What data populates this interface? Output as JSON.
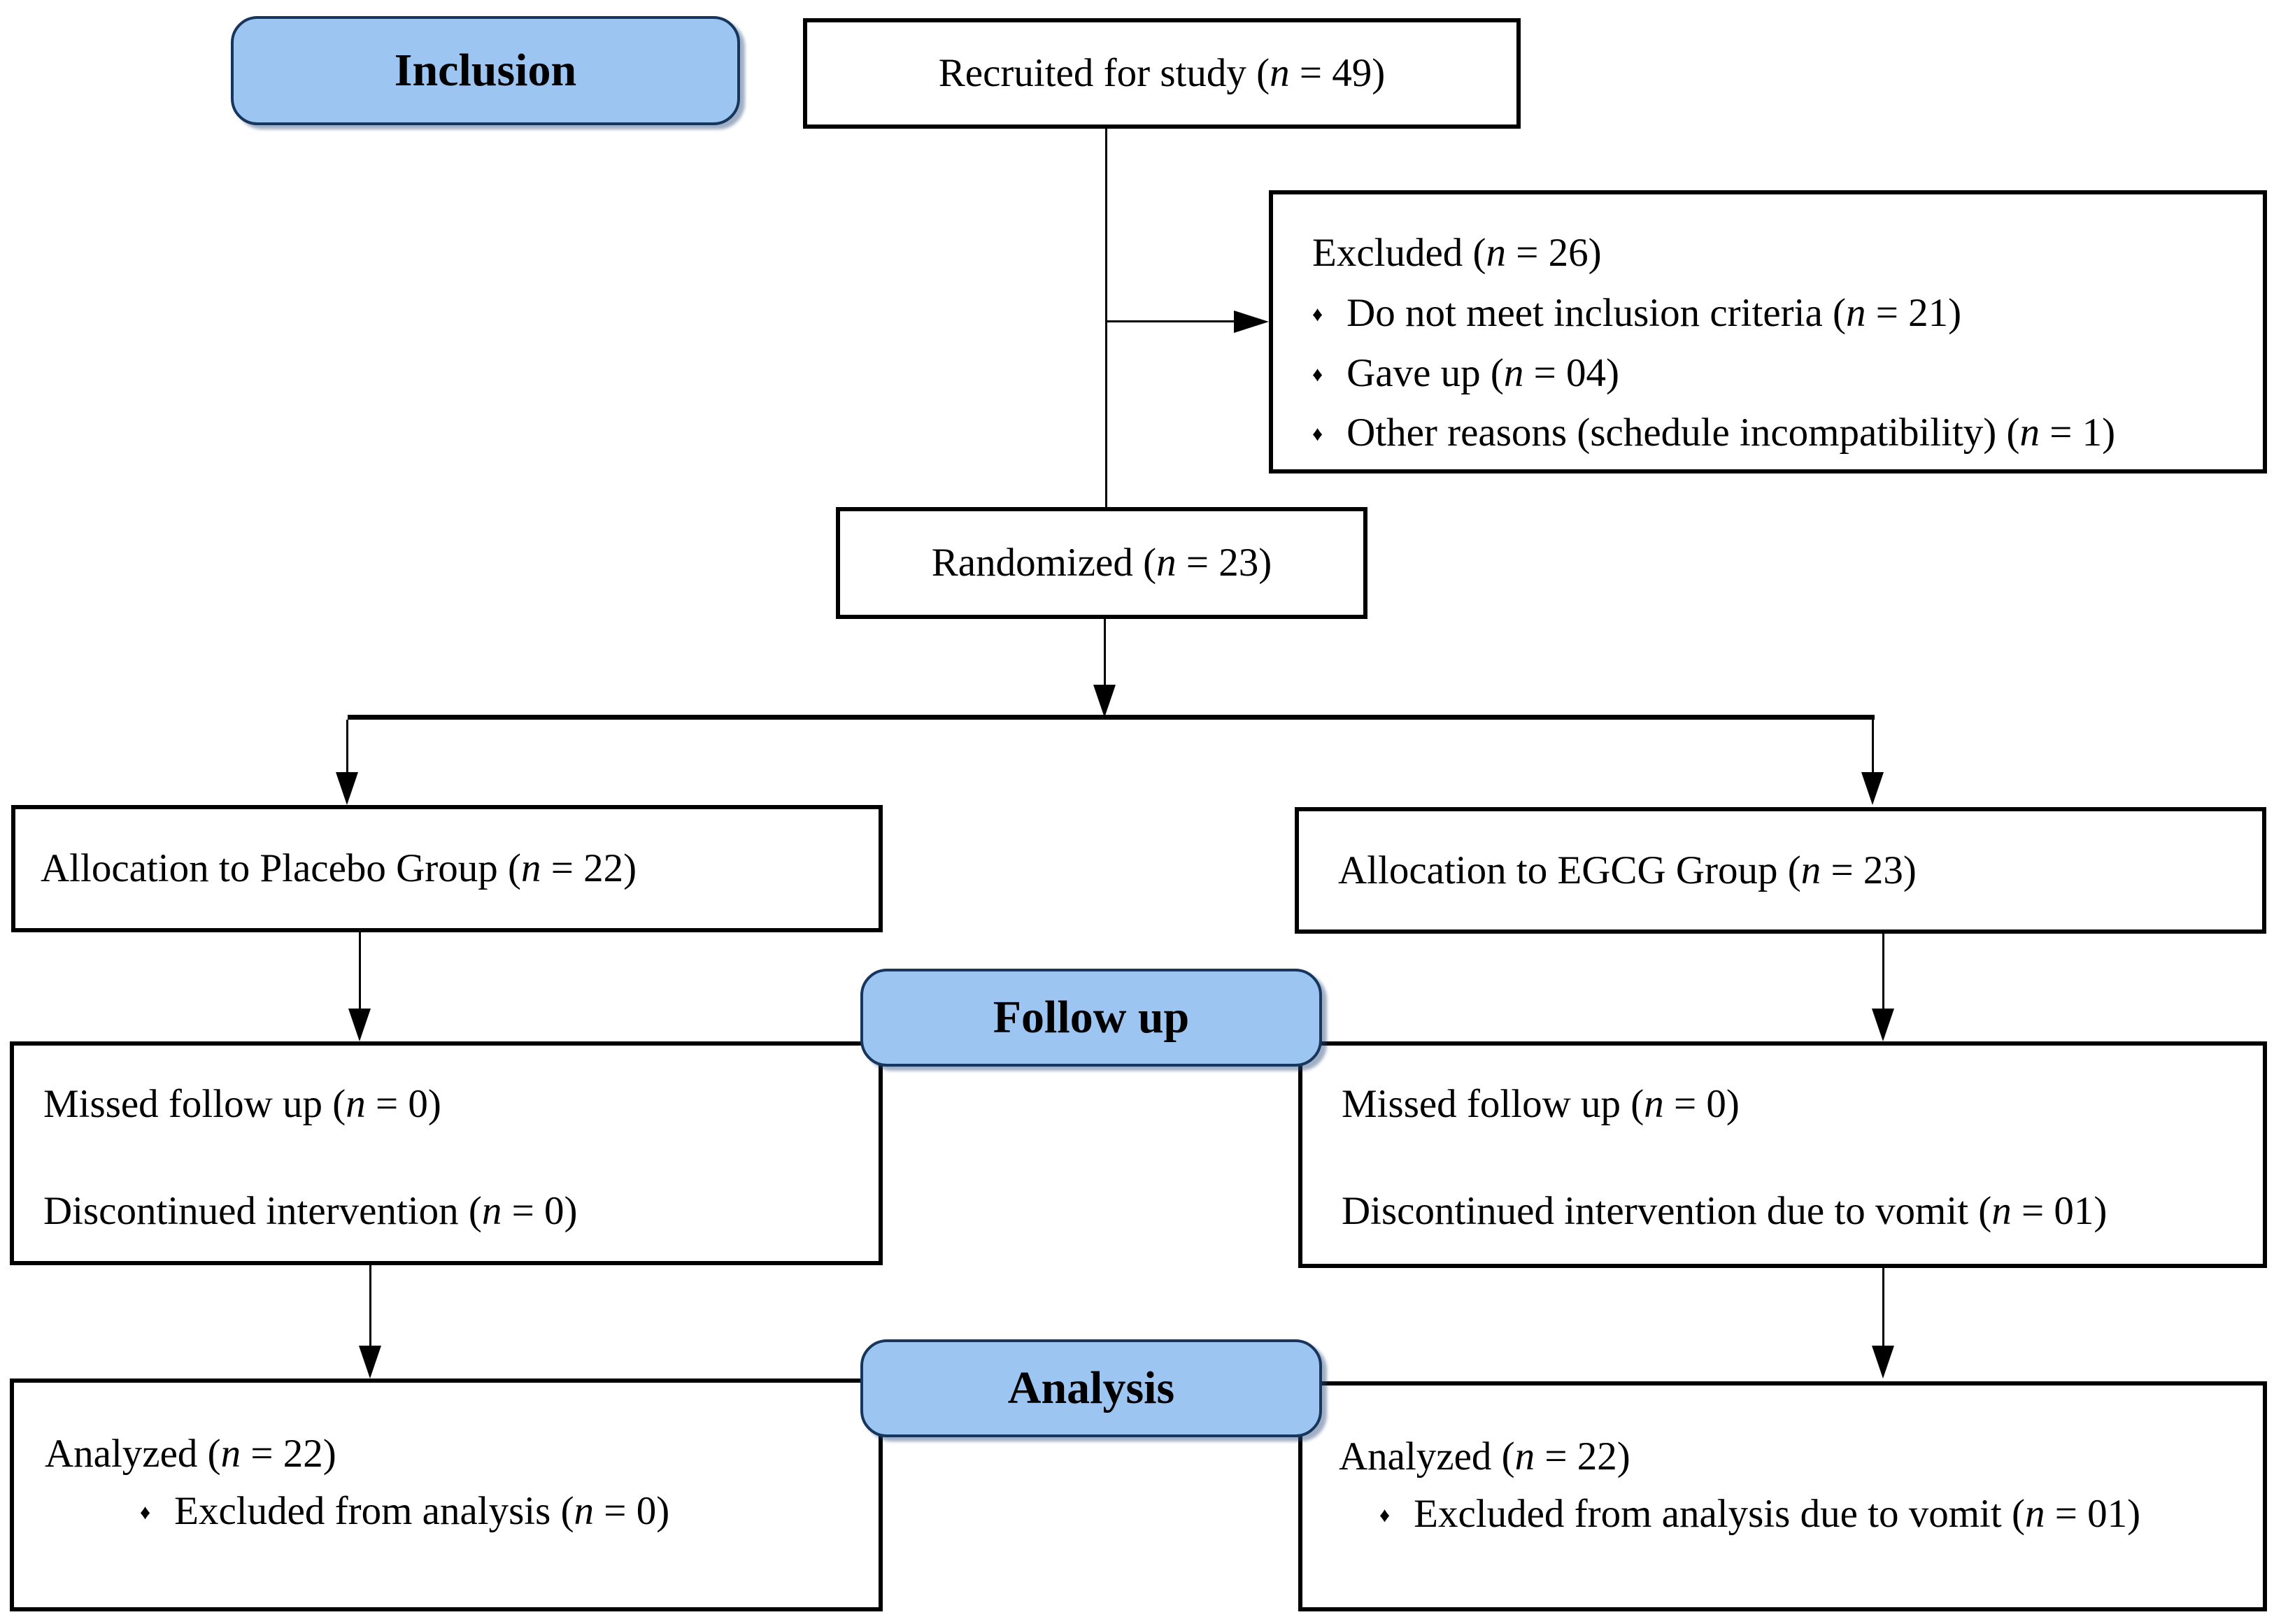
{
  "labels": {
    "inclusion": "Inclusion",
    "follow_up": "Follow up",
    "analysis": "Analysis"
  },
  "bullet_glyph": "♦",
  "colors": {
    "stage_fill": "#9CC5F2",
    "stage_border": "#17365D",
    "box_border": "#000000",
    "background": "#FFFFFF"
  },
  "boxes": {
    "recruited": "Recruited for study (n = 49)",
    "excluded_title": "Excluded (n = 26)",
    "excluded_items": [
      "Do not meet inclusion criteria (n = 21)",
      "Gave up (n = 04)",
      "Other reasons (schedule incompatibility) (n = 1)"
    ],
    "randomized": "Randomized (n = 23)",
    "alloc_placebo": "Allocation to Placebo Group (n = 22)",
    "alloc_egcg": "Allocation to EGCG Group (n = 23)",
    "follow_placebo_lines": [
      "Missed follow up (n = 0)",
      "Discontinued intervention (n = 0)"
    ],
    "follow_egcg_lines": [
      "Missed follow up (n = 0)",
      "Discontinued intervention due to vomit (n = 01)"
    ],
    "analysis_placebo_title": "Analyzed (n = 22)",
    "analysis_placebo_items": [
      "Excluded from analysis (n = 0)"
    ],
    "analysis_egcg_title": "Analyzed (n = 22)",
    "analysis_egcg_items": [
      "Excluded from analysis due to vomit (n = 01)"
    ]
  }
}
